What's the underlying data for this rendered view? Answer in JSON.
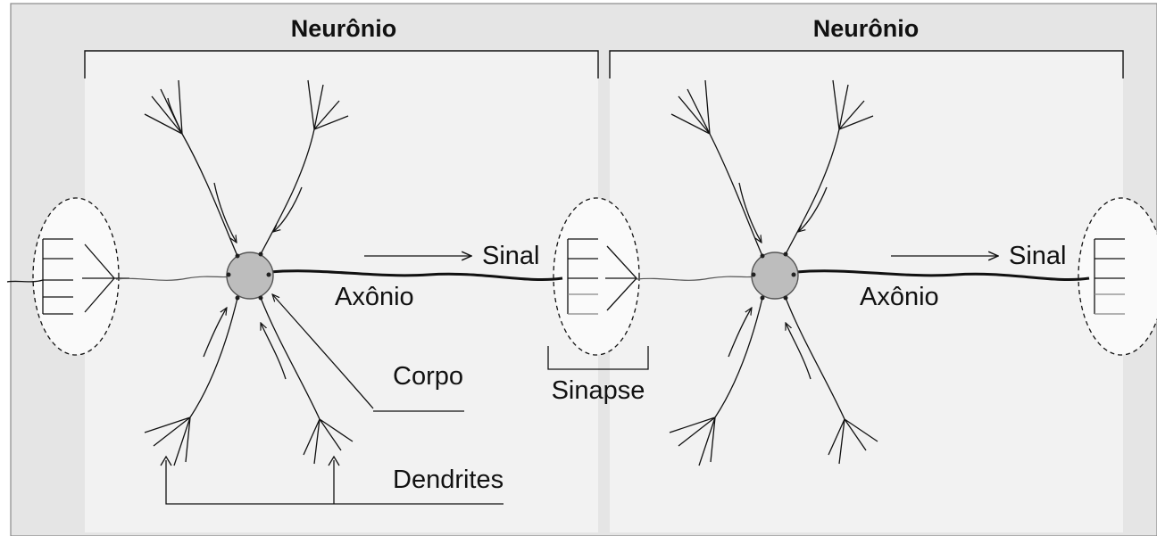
{
  "diagram": {
    "title_left": "Neurônio",
    "title_right": "Neurônio",
    "signal_left": "Sinal",
    "signal_right": "Sinal",
    "axon_left": "Axônio",
    "axon_right": "Axônio",
    "body_label": "Corpo",
    "synapse_label": "Sinapse",
    "dendrites_label": "Dendrites"
  }
}
